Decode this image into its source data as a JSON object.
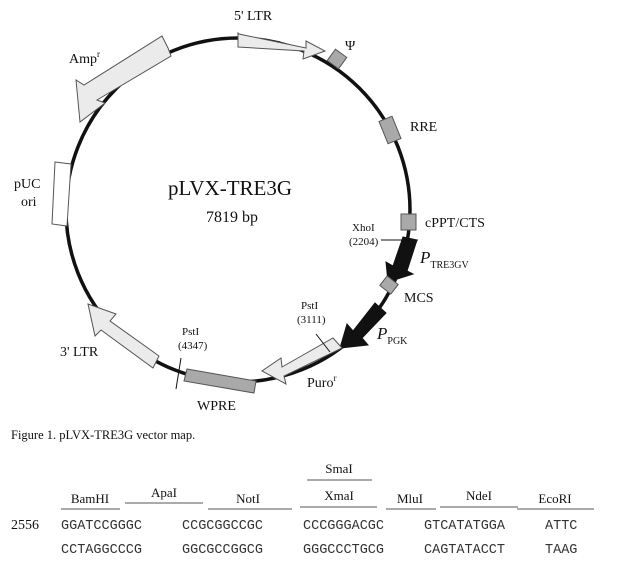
{
  "plasmid": {
    "name": "pLVX-TRE3G",
    "size": "7819 bp"
  },
  "features": {
    "ltr5": "5' LTR",
    "psi": "Ψ",
    "rre": "RRE",
    "cppt": "cPPT/CTS",
    "ptre_main": "P",
    "ptre_sub": "TRE3GV",
    "mcs": "MCS",
    "ppgk_main": "P",
    "ppgk_sub": "PGK",
    "puro_main": "Puro",
    "puro_sup": "r",
    "wpre": "WPRE",
    "ltr3": "3' LTR",
    "puc_line1": "pUC",
    "puc_line2": "ori",
    "amp_main": "Amp",
    "amp_sup": "r"
  },
  "sites": {
    "xhoi_name": "XhoI",
    "xhoi_pos": "(2204)",
    "psti1_name": "PstI",
    "psti1_pos": "(3111)",
    "psti2_name": "PstI",
    "psti2_pos": "(4347)"
  },
  "caption": "Figure 1. pLVX-TRE3G vector map.",
  "sequence": {
    "start": "2556",
    "top_strand": [
      "GGATCCGGGC",
      "CCGCGGCCGC",
      "CCCGGGACGC",
      "GTCATATGGA",
      "ATTC"
    ],
    "bottom_strand": [
      "CCTAGGCCCG",
      "GGCGCCGGCG",
      "GGGCCCTGCG",
      "CAGTATACCT",
      "TAAG"
    ],
    "enzymes_lower": [
      "BamHI",
      "ApaI",
      "NotI",
      "XmaI",
      "MluI",
      "NdeI",
      "EcoRI"
    ],
    "enzymes_upper": [
      "SmaI"
    ]
  }
}
